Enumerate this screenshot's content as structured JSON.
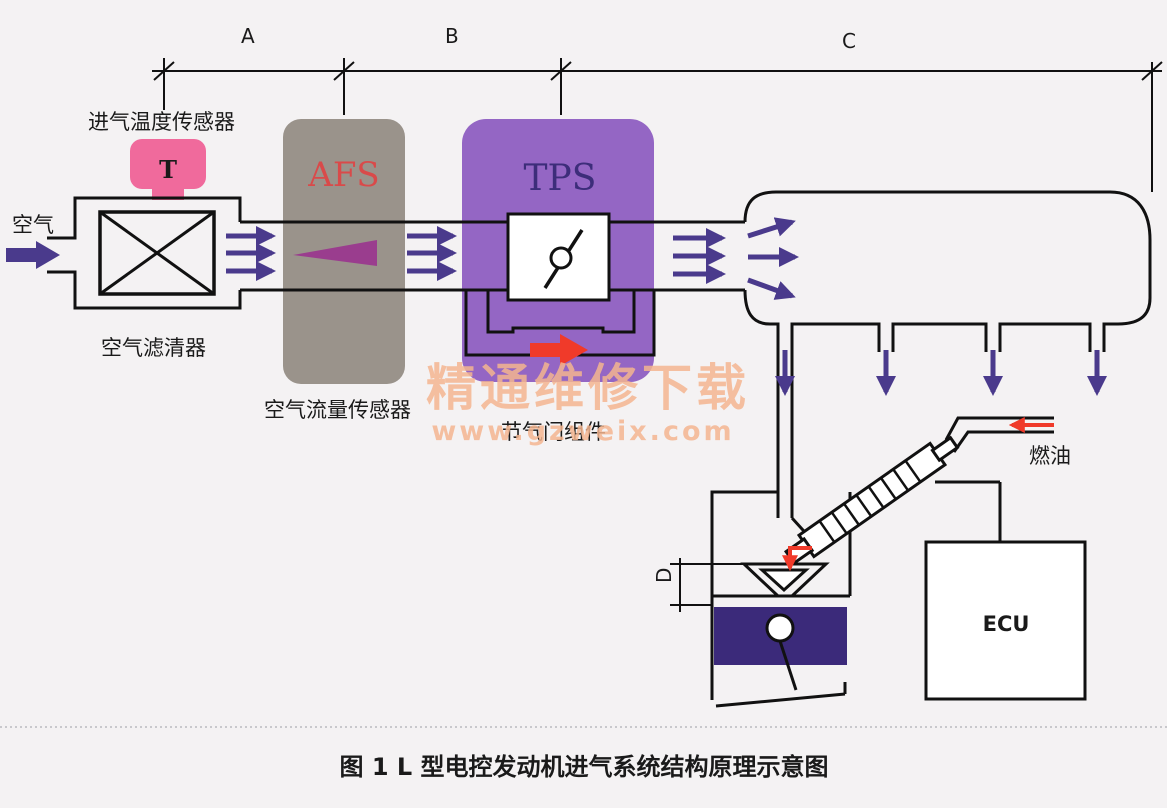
{
  "colors": {
    "line": "#111111",
    "arrow_purple": "#4a3a8c",
    "sensor_pink": "#f06a9c",
    "afs_body": "#9a938b",
    "afs_text": "#d94a4a",
    "afs_wedge": "#9a3d8e",
    "tps_body": "#9466c4",
    "tps_text": "#3d2d7a",
    "red_arrow": "#f03a2a",
    "piston": "#3b2a7a",
    "watermark": "#f3b58f"
  },
  "labels": {
    "dim_a": "A",
    "dim_b": "B",
    "dim_c": "C",
    "dim_d": "D",
    "intake_temp_sensor": "进气温度传感器",
    "temp_symbol": "T",
    "air_in": "空气",
    "air_filter": "空气滤清器",
    "afs": "AFS",
    "air_flow_sensor": "空气流量传感器",
    "tps": "TPS",
    "throttle_assembly": "节气门组件",
    "fuel": "燃油",
    "ecu": "ECU"
  },
  "watermark": {
    "cn": "精通维修下载",
    "url": "www.gzweix.com"
  },
  "caption": "图 1  L 型电控发动机进气系统结构原理示意图"
}
